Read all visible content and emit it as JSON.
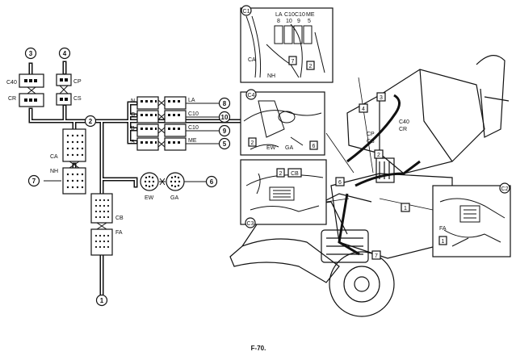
{
  "figure": {
    "caption": "F-70."
  },
  "schematic": {
    "callouts": {
      "n1": "1",
      "n2": "2",
      "n3": "3",
      "n4": "4",
      "n5": "5",
      "n6": "6",
      "n7": "7",
      "n8": "8",
      "n9": "9",
      "n10": "10"
    },
    "connectors": {
      "c40": "C40",
      "cr": "CR",
      "cp": "CP",
      "cs": "CS",
      "ca": "CA",
      "nh": "NH",
      "cb": "CB",
      "fa": "FA",
      "n": "N",
      "g": "G",
      "b": "B",
      "s": "S",
      "la": "LA",
      "c10a": "C10",
      "c10b": "C10",
      "me": "ME",
      "ew": "EW",
      "ga": "GA"
    }
  },
  "machine_view": {
    "insets": {
      "c1": {
        "id": "C1",
        "labels": [
          "LA",
          "C10",
          "C10",
          "ME",
          "8",
          "10",
          "9",
          "5",
          "CA",
          "NH",
          "7",
          "2"
        ]
      },
      "c4": {
        "id": "C4",
        "labels": [
          "2",
          "EW",
          "GA",
          "6"
        ]
      },
      "c3": {
        "id": "C3",
        "labels": [
          "2",
          "CB"
        ]
      },
      "c2": {
        "id": "C2",
        "labels": [
          "FA",
          "1"
        ]
      }
    },
    "callouts": [
      "3",
      "4",
      "2",
      "6",
      "1",
      "7"
    ],
    "labels": [
      "CP",
      "CS",
      "C40",
      "CR"
    ]
  }
}
